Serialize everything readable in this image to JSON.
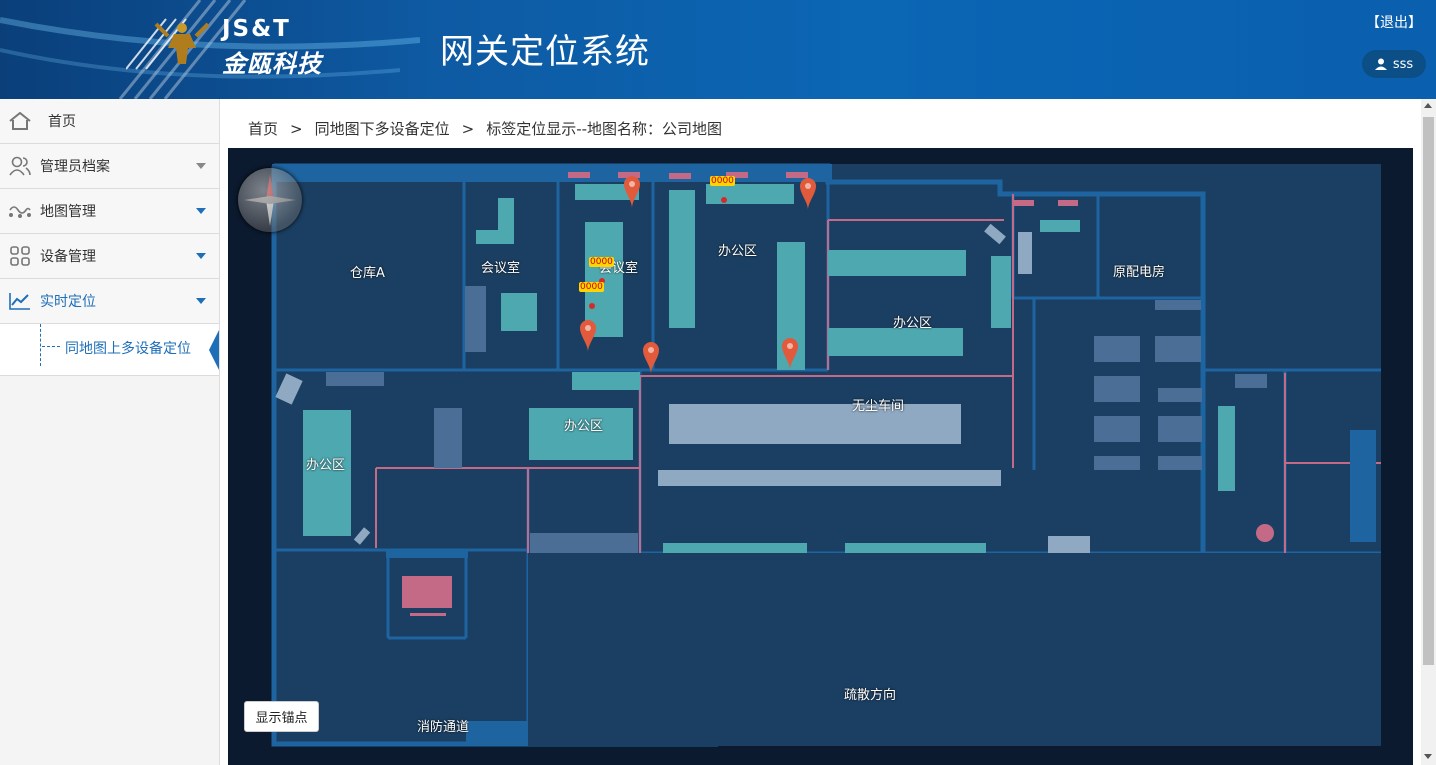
{
  "header": {
    "logo_en": "JS&T",
    "logo_cn": "金瓯科技",
    "system_title": "网关定位系统",
    "logout_label": "【退出】",
    "username": "sss"
  },
  "sidebar": {
    "items": [
      {
        "label": "首页",
        "icon": "home-icon",
        "has_arrow": false
      },
      {
        "label": "管理员档案",
        "icon": "users-icon",
        "has_arrow": true
      },
      {
        "label": "地图管理",
        "icon": "map-icon",
        "has_arrow": true
      },
      {
        "label": "设备管理",
        "icon": "grid-icon",
        "has_arrow": true
      },
      {
        "label": "实时定位",
        "icon": "chart-line-icon",
        "has_arrow": true
      }
    ],
    "sub_item": {
      "label": "同地图上多设备定位"
    }
  },
  "breadcrumb": {
    "home": "首页",
    "sep": ">",
    "level1": "同地图下多设备定位",
    "level2": "标签定位显示--地图名称：公司地图"
  },
  "map": {
    "rooms": {
      "warehouse_a": "仓库A",
      "meeting_1": "会议室",
      "meeting_2": "会议室",
      "office_top": "办公区",
      "distribution": "原配电房",
      "office_right": "办公区",
      "clean_room": "无尘车间",
      "office_mid": "办公区",
      "office_left": "办公区",
      "evacuation": "疏散方向",
      "fire_exit": "消防通道"
    },
    "tags": {
      "tag1": "0000",
      "tag2": "0000",
      "tag3": "0000"
    },
    "anchor_button": "显示锚点",
    "colors": {
      "background": "#0b1a2e",
      "floor": "#1b3f62",
      "wall": "#1e64a0",
      "teal_block": "#4ea8b0",
      "pink_block": "#c56a86",
      "marker": "#e25a3c"
    }
  }
}
